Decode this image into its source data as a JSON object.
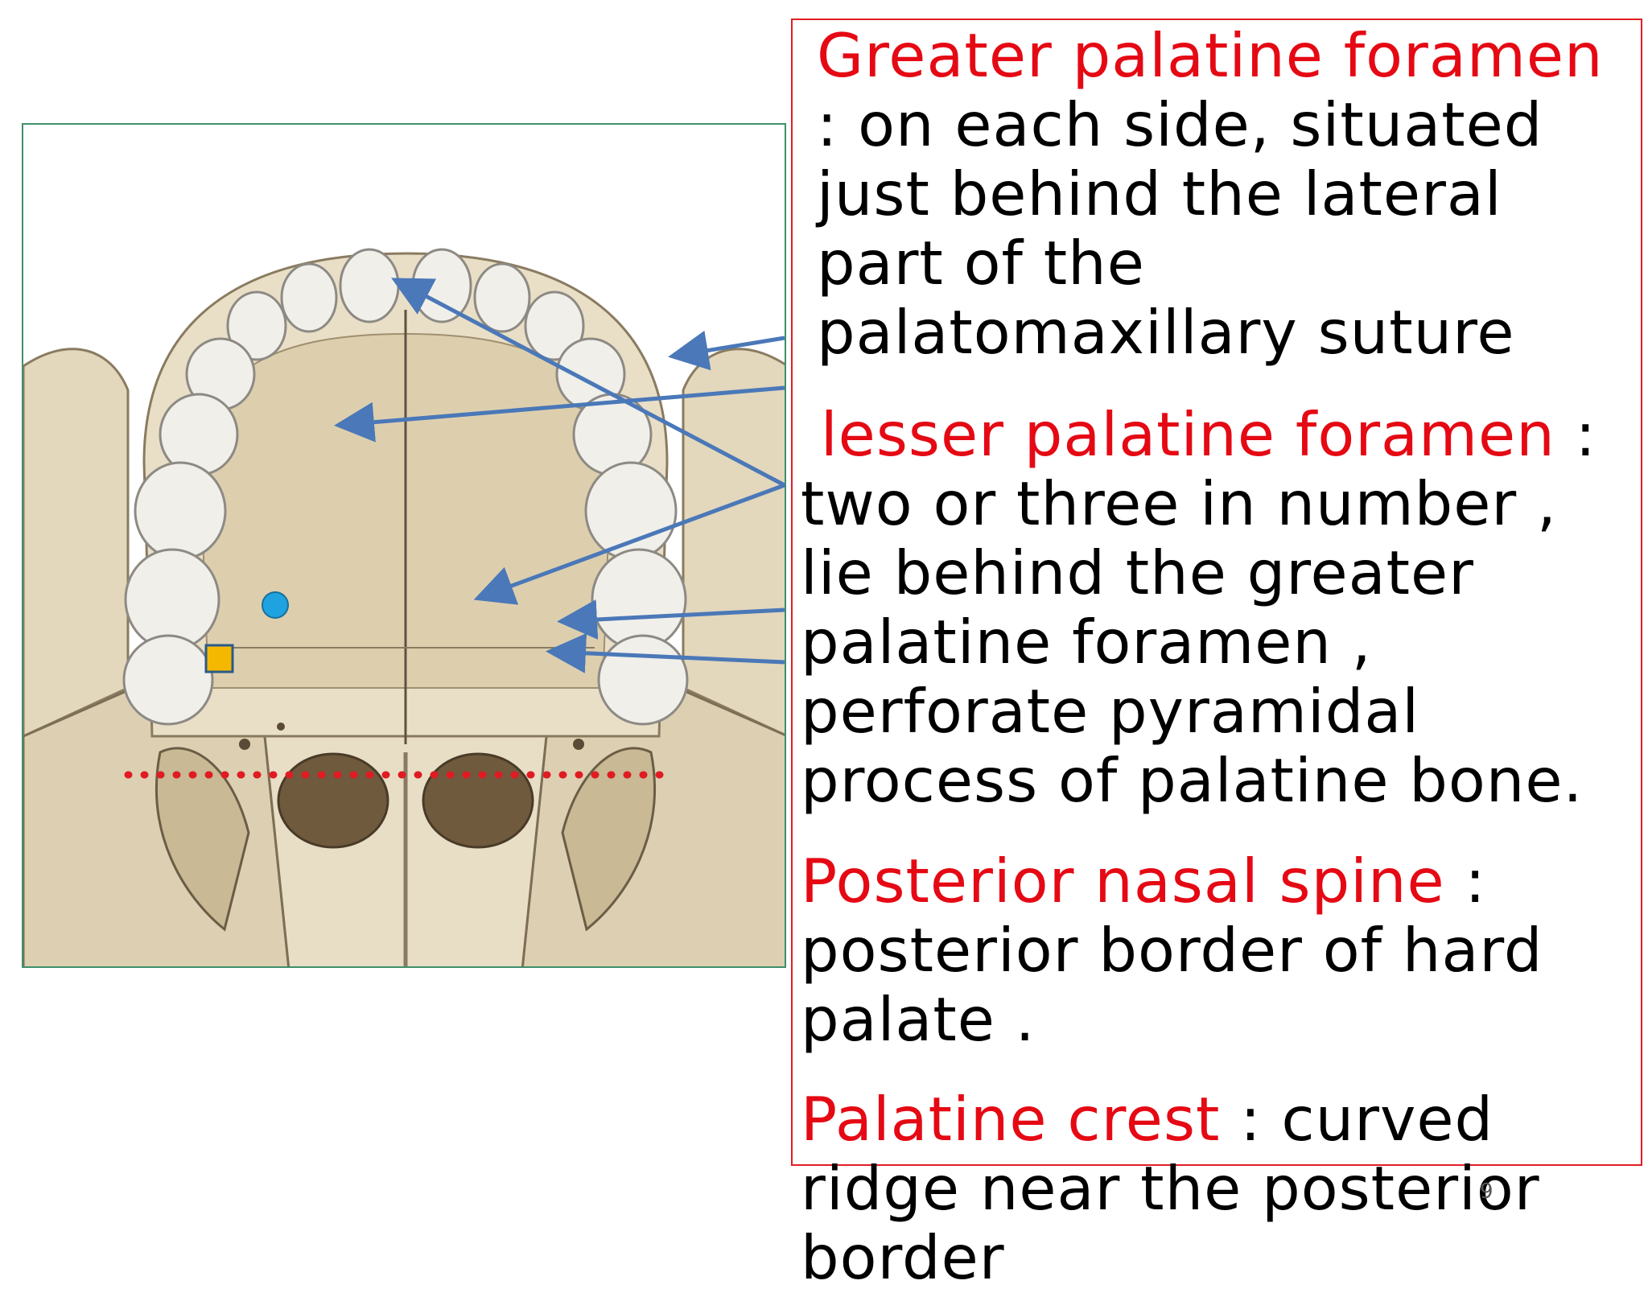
{
  "paragraphs": {
    "greater": {
      "term": "Greater palatine foramen",
      "lines": [
        ": on each side, situated",
        "just behind the lateral",
        "part of the",
        "palatomaxillary suture"
      ]
    },
    "lesser": {
      "term": " lesser palatine foramen",
      "term_suffix": " :",
      "lines": [
        "two or three in number ,",
        "lie behind the greater",
        "palatine foramen ,",
        "perforate pyramidal",
        "process of palatine bone."
      ]
    },
    "spine": {
      "term": "Posterior nasal spine",
      "term_suffix": " :",
      "lines": [
        "posterior border of hard",
        "palate ."
      ]
    },
    "crest": {
      "term": "Palatine crest",
      "term_suffix": " : curved",
      "lines": [
        "ridge near the posterior",
        "border"
      ]
    }
  },
  "slide_number": "9",
  "colors": {
    "term": "#e50914",
    "box_border": "#e21d24",
    "arrow": "#4a78b8",
    "dotted_line": "#e01b22",
    "circle_marker": "#1fa3e0",
    "square_marker": "#f5b800",
    "bone": "#e6dcc3",
    "figure_border": "#3f8f6a"
  },
  "figure": {
    "icons": [
      "skull-base-illustration",
      "circle-marker-icon",
      "square-marker-icon"
    ]
  }
}
